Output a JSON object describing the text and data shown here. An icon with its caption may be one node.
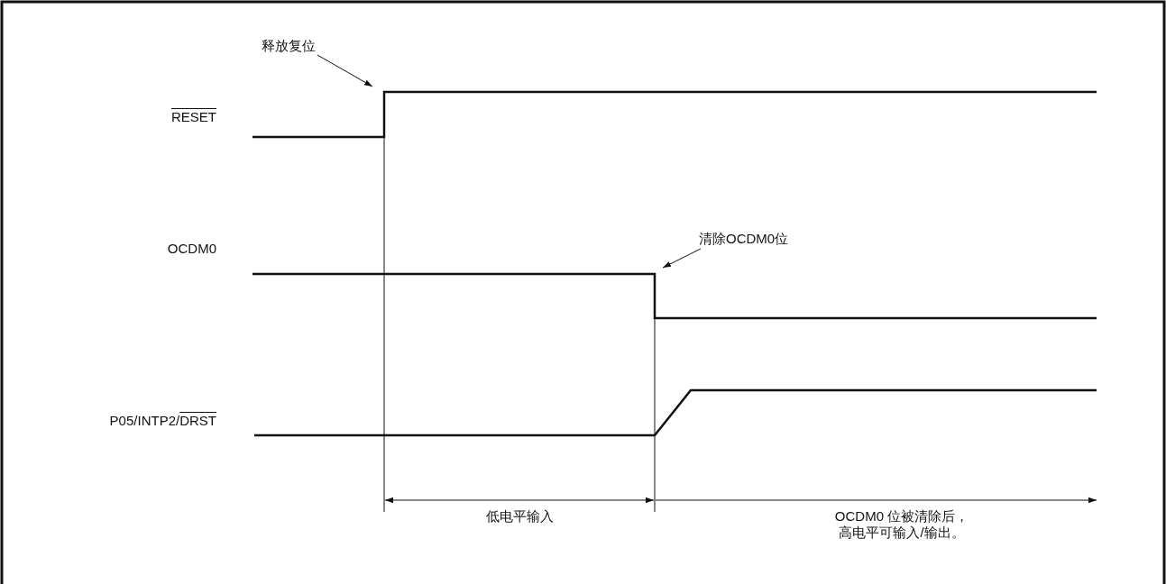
{
  "diagram": {
    "nodes": [
      {
        "text": [
          "释放复位"
        ]
      },
      {
        "text": [
          "清除OCDM0位"
        ]
      }
    ],
    "edges": [
      {
        "from": 0,
        "to": null,
        "arrow": "to"
      },
      {
        "from": 1,
        "to": null,
        "arrow": "to"
      }
    ],
    "labels": [
      "RESET",
      "OCDM0",
      "P05/INTP2/DRST",
      "低电平输入",
      "OCDM0 位被清除后，高电平可输入/输出。"
    ]
  }
}
